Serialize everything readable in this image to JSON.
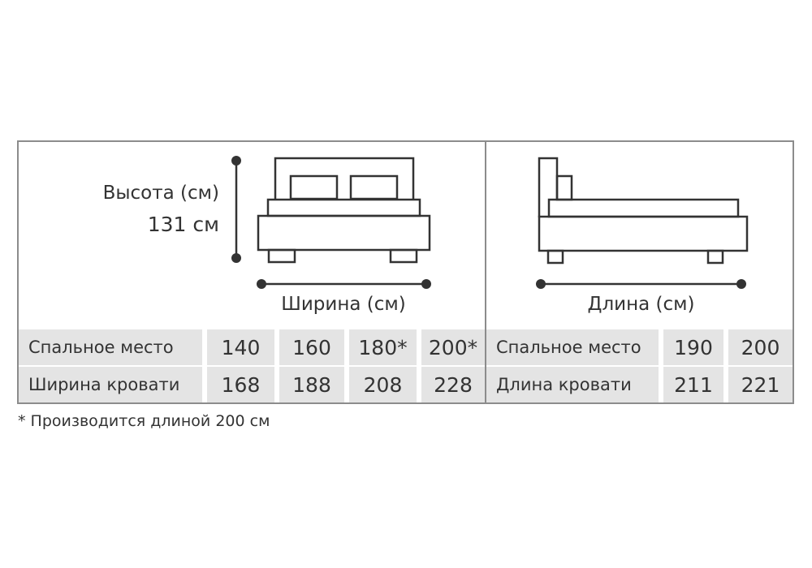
{
  "height": {
    "label": "Высота (см)",
    "value": "131 см"
  },
  "front_view": {
    "width_label": "Ширина (см)"
  },
  "side_view": {
    "length_label": "Длина (см)"
  },
  "width_table": {
    "rows": [
      {
        "name": "Спальное место",
        "values": [
          "140",
          "160",
          "180*",
          "200*"
        ]
      },
      {
        "name": "Ширина кровати",
        "values": [
          "168",
          "188",
          "208",
          "228"
        ]
      }
    ]
  },
  "length_table": {
    "rows": [
      {
        "name": "Спальное место",
        "values": [
          "190",
          "200"
        ]
      },
      {
        "name": "Длина кровати",
        "values": [
          "211",
          "221"
        ]
      }
    ]
  },
  "footnote": "* Производится длиной 200 см",
  "colors": {
    "line": "#333333",
    "cell": "#e4e4e4",
    "frame": "#8c8c8c"
  }
}
